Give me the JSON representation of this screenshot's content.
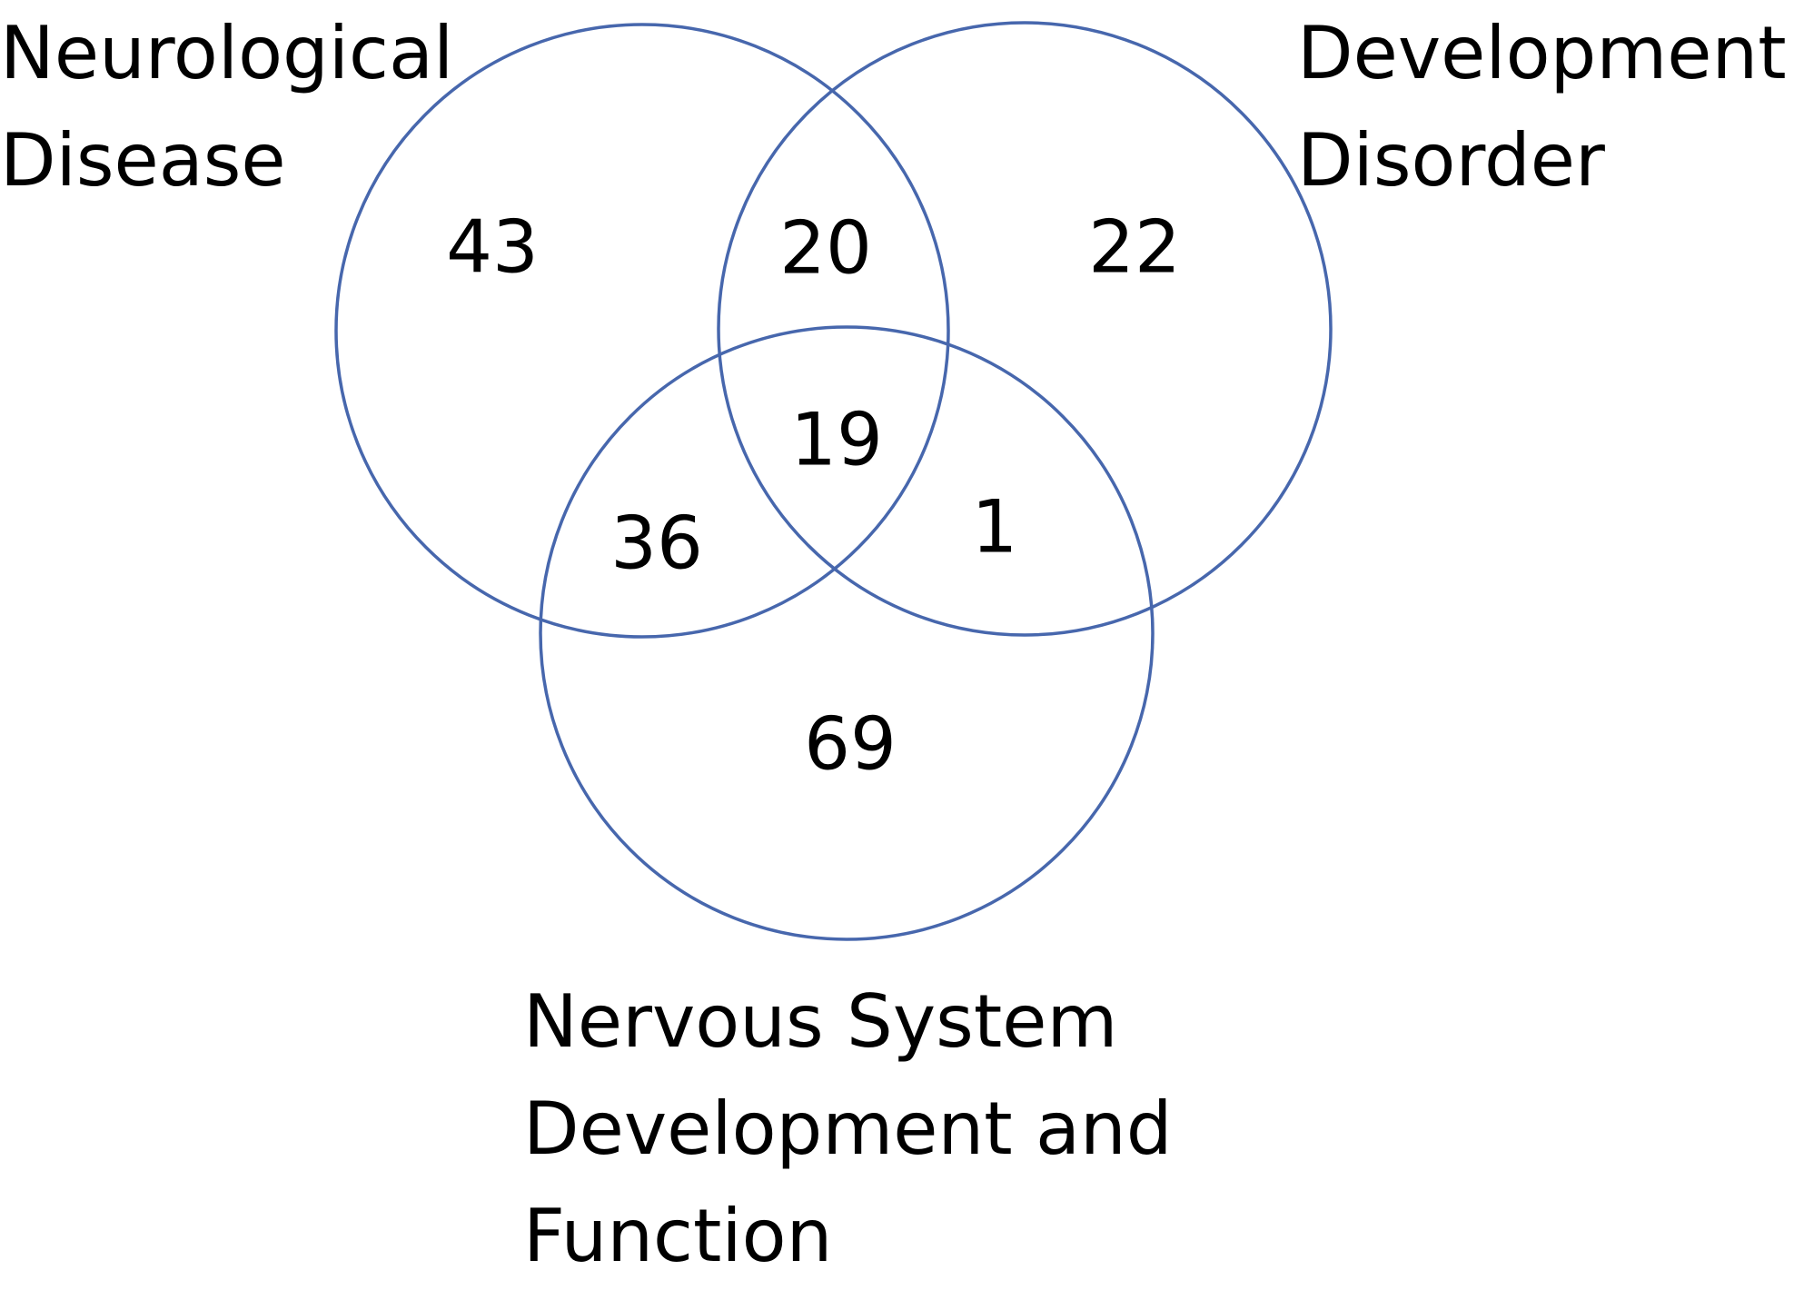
{
  "colors": {
    "circle_stroke": "#4767AD",
    "text": "#000000",
    "background": "#FFFFFF"
  },
  "sets": [
    {
      "id": "neurological",
      "label_lines": [
        "Neurological",
        "Disease"
      ]
    },
    {
      "id": "development_disorder",
      "label_lines": [
        "Development",
        "Disorder"
      ]
    },
    {
      "id": "nervous_system",
      "label_lines": [
        "Nervous System",
        "Development and",
        "Function"
      ]
    }
  ],
  "regions": {
    "neurological_only": "43",
    "neurological_development_disorder": "20",
    "development_disorder_only": "22",
    "all_three": "19",
    "neurological_nervous_system": "36",
    "development_disorder_nervous_system": "1",
    "nervous_system_only": "69"
  }
}
